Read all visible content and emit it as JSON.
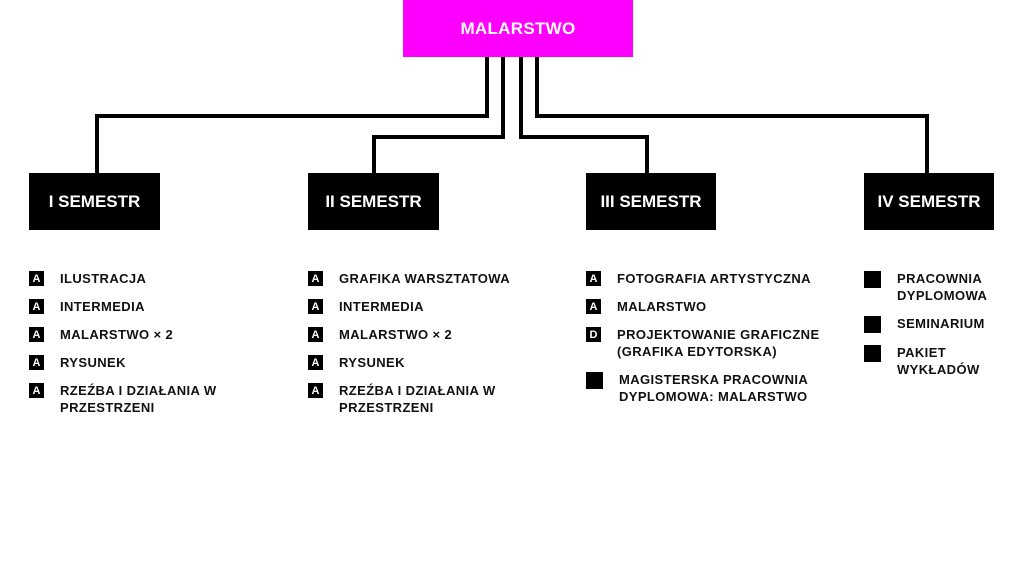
{
  "root": {
    "label": "MALARSTWO",
    "color": "#ff00ff"
  },
  "semesters": [
    {
      "label": "I SEMESTR",
      "items": [
        {
          "badge": "A",
          "text": "ILUSTRACJA"
        },
        {
          "badge": "A",
          "text": "INTERMEDIA"
        },
        {
          "badge": "A",
          "text": "MALARSTWO × 2"
        },
        {
          "badge": "A",
          "text": "RYSUNEK"
        },
        {
          "badge": "A",
          "text": "RZEŹBA I DZIAŁANIA W PRZESTRZENI"
        }
      ]
    },
    {
      "label": "II SEMESTR",
      "items": [
        {
          "badge": "A",
          "text": "GRAFIKA WARSZTATOWA"
        },
        {
          "badge": "A",
          "text": "INTERMEDIA"
        },
        {
          "badge": "A",
          "text": "MALARSTWO × 2"
        },
        {
          "badge": "A",
          "text": "RYSUNEK"
        },
        {
          "badge": "A",
          "text": "RZEŹBA I DZIAŁANIA W PRZESTRZENI"
        }
      ]
    },
    {
      "label": "III SEMESTR",
      "items": [
        {
          "badge": "A",
          "text": "FOTOGRAFIA ARTYSTYCZNA"
        },
        {
          "badge": "A",
          "text": "MALARSTWO"
        },
        {
          "badge": "D",
          "text": "PROJEKTOWANIE GRAFICZNE (GRAFIKA EDYTORSKA)"
        },
        {
          "badge": "",
          "text": "MAGISTERSKA PRACOWNIA DYPLOMOWA: MALARSTWO"
        }
      ]
    },
    {
      "label": "IV SEMESTR",
      "items": [
        {
          "badge": "",
          "text": "PRACOWNIA DYPLOMOWA"
        },
        {
          "badge": "",
          "text": "SEMINARIUM"
        },
        {
          "badge": "",
          "text": "PAKIET WYKŁADÓW"
        }
      ]
    }
  ]
}
